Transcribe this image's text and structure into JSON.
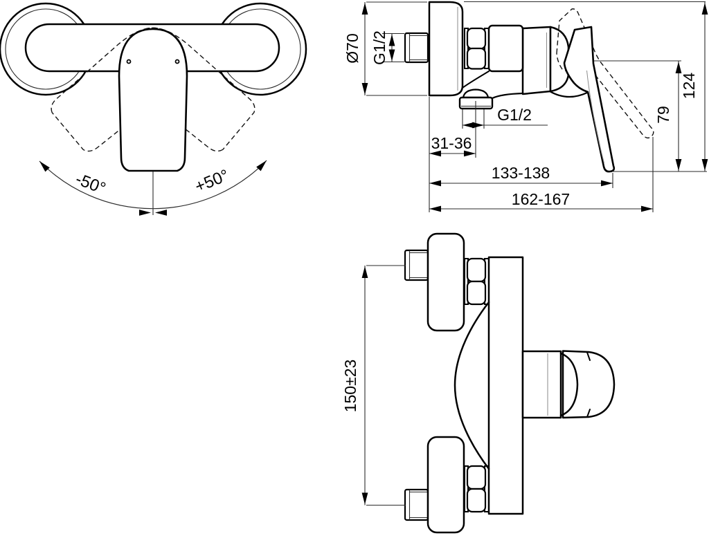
{
  "drawing": {
    "product": "single-lever-shower-mixer",
    "background": "#ffffff",
    "line_color": "#000000",
    "views": {
      "front": {
        "name": "front-view"
      },
      "side": {
        "name": "side-view"
      },
      "top": {
        "name": "top-view"
      }
    },
    "dimensions": {
      "front_view": {
        "swing_left": "-50°",
        "swing_right": "+50°"
      },
      "side_view": {
        "escutcheon_diameter": "Ø70",
        "inlet_thread": "G1/2",
        "outlet_thread": "G1/2",
        "outlet_offset": "31-36",
        "depth_handle_down": "133-138",
        "depth_handle_up": "162-167",
        "handle_drop": "79",
        "overall_height": "124"
      },
      "top_view": {
        "connection_centres": "150±23"
      }
    }
  }
}
